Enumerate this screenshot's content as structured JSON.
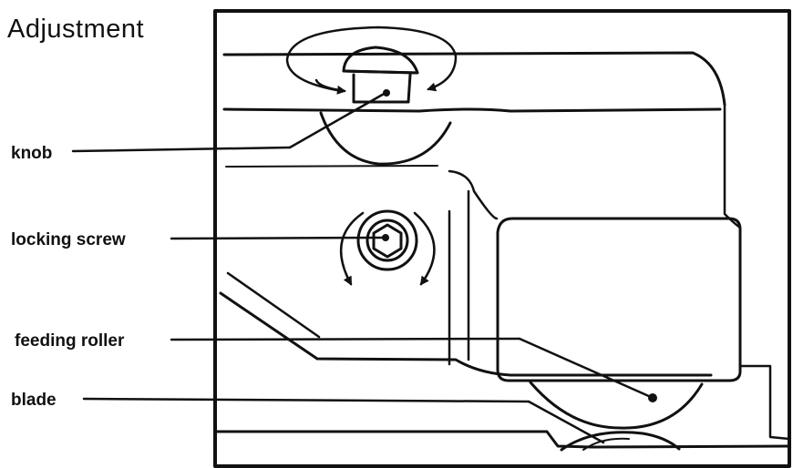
{
  "title": "Adjustment",
  "labels": {
    "knob": "knob",
    "locking_screw": "locking screw",
    "feeding_roller": "feeding roller",
    "blade": "blade"
  },
  "colors": {
    "ink": "#111111",
    "background": "#ffffff"
  }
}
